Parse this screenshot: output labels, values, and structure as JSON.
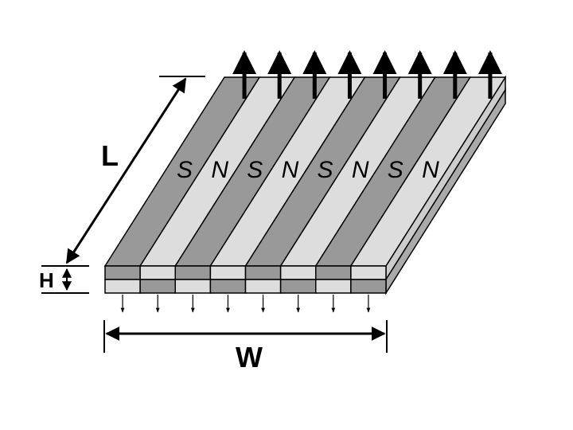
{
  "labels": {
    "length": "L",
    "width": "W",
    "height": "H"
  },
  "stripes": [
    {
      "pole": "S",
      "shade": "dark"
    },
    {
      "pole": "N",
      "shade": "light"
    },
    {
      "pole": "S",
      "shade": "dark"
    },
    {
      "pole": "N",
      "shade": "light"
    },
    {
      "pole": "S",
      "shade": "dark"
    },
    {
      "pole": "N",
      "shade": "light"
    },
    {
      "pole": "S",
      "shade": "dark"
    },
    {
      "pole": "N",
      "shade": "light"
    }
  ],
  "colors": {
    "dark": "#999999",
    "light": "#dddddd",
    "outline": "#000000",
    "side_top": "#cccccc",
    "side_bottom": "#aaaaaa"
  },
  "icons": {
    "top_arrows": "field-arrow-up-icon",
    "bottom_arrows": "field-arrow-down-icon"
  }
}
